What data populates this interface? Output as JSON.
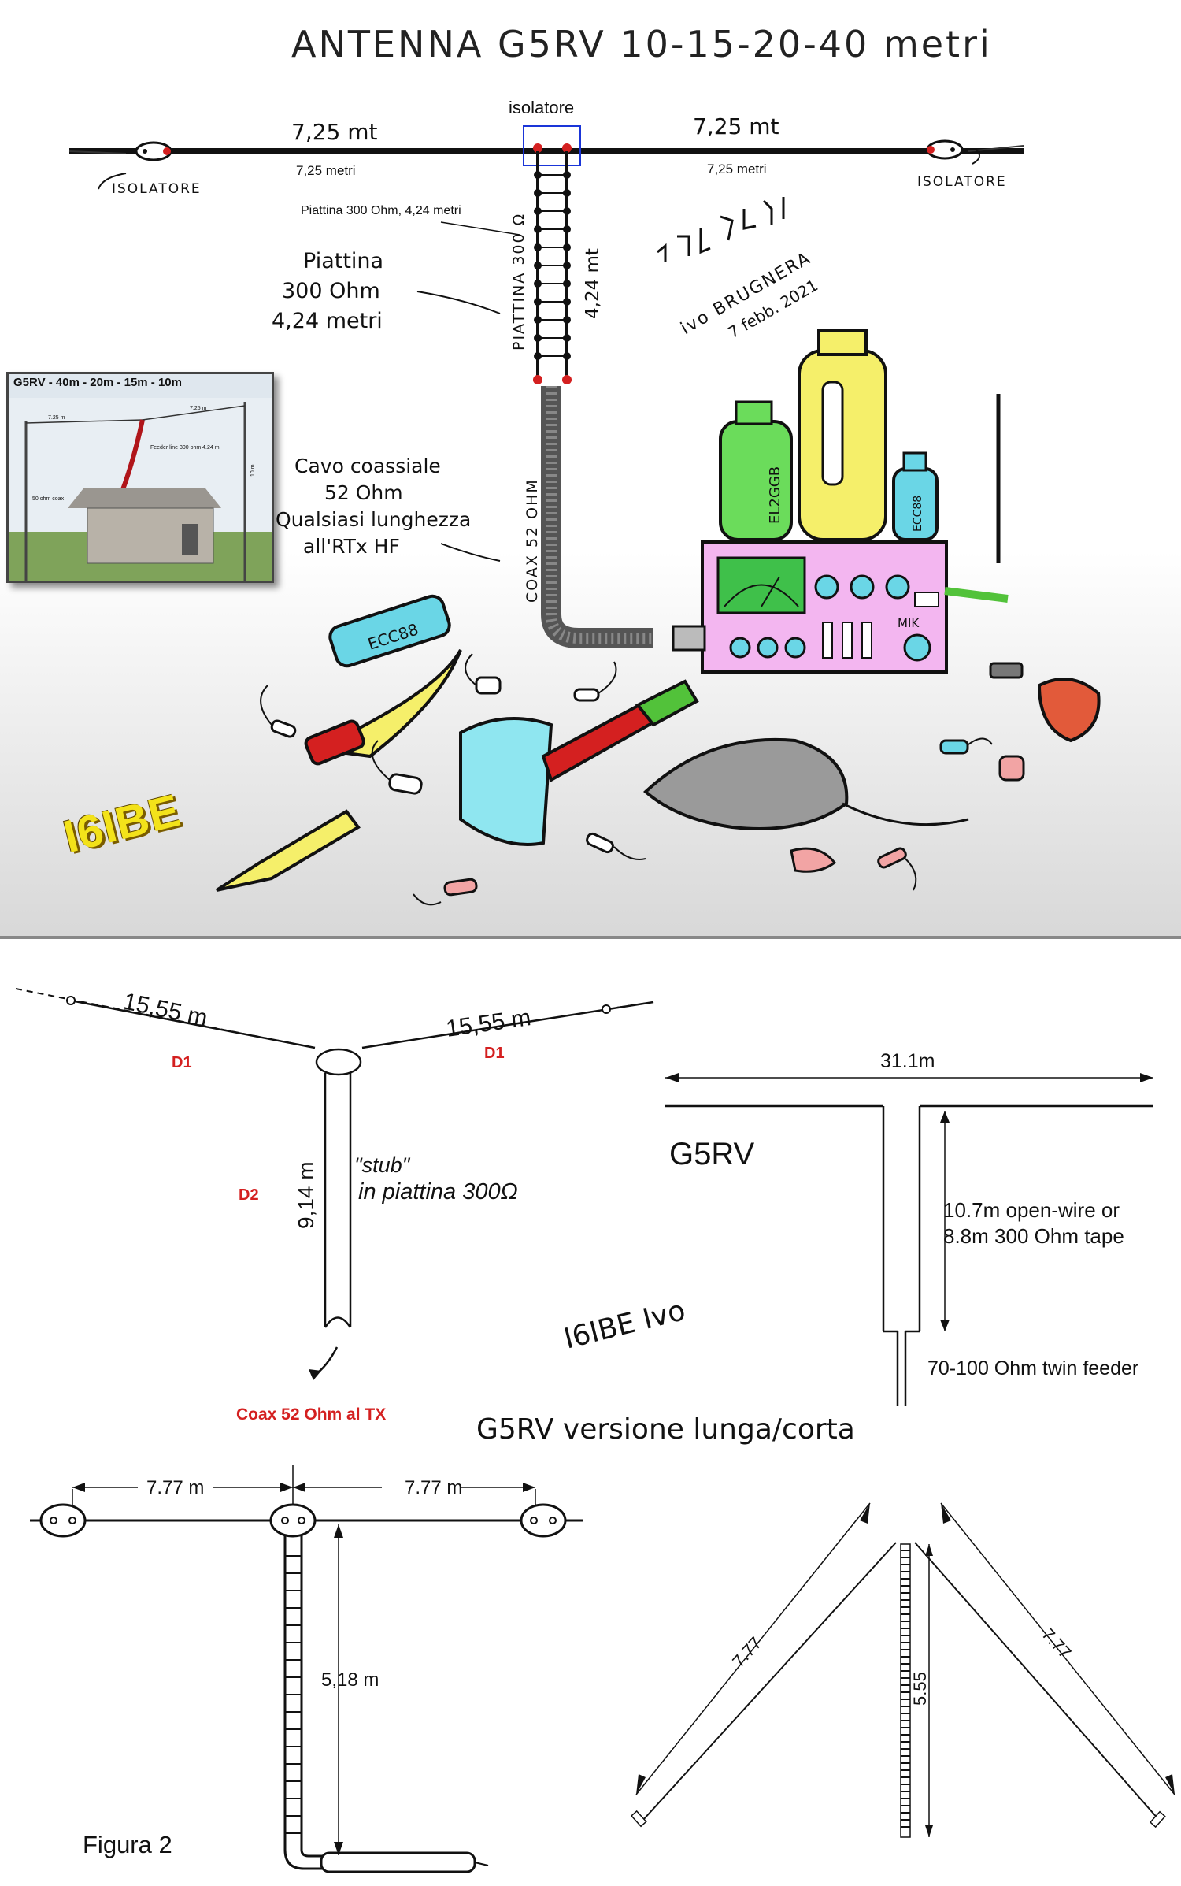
{
  "top": {
    "title": "ANTENNA G5RV 10-15-20-40 metri",
    "feed_label": "isolatore",
    "left_hand_length": "7,25 mt",
    "right_hand_length": "7,25 mt",
    "left_length_small": "7,25 metri",
    "right_length_small": "7,25 metri",
    "left_insulator": "ISOLATORE",
    "right_insulator": "ISOLATORE",
    "ladder_note": "Piattina 300 Ohm, 4,24 metri",
    "ladder_hand_1": "Piattina",
    "ladder_hand_2": "300 Ohm",
    "ladder_hand_3": "4,24 metri",
    "ladder_vertical": "PIATTINA 300 Ω",
    "ladder_vertical_len": "4,24 mt",
    "coax_hand_1": "Cavo coassiale",
    "coax_hand_2": "52 Ohm",
    "coax_hand_3": "Qualsiasi lunghezza",
    "coax_hand_4": "all'RTx HF",
    "coax_vertical": "COAX 52 OHM",
    "author_1": "ivo BRUGNERA",
    "author_2": "7 febb. 2021",
    "tube_1": "EL2GGB",
    "tube_2": "ECC88",
    "tube_3": "ECC88",
    "mic": "MIK",
    "callsign": "I6IBE",
    "inset_title": "G5RV - 40m - 20m - 15m - 10m",
    "inset_left": "7.25 m",
    "inset_right": "7.25 m",
    "inset_feeder": "Feeder line 300 ohm 4.24 m",
    "inset_coax": "50 ohm coax",
    "inset_mast": "10 m"
  },
  "mid_left": {
    "len_left": "15,55 m",
    "len_right": "15,55 m",
    "d1_left": "D1",
    "d1_right": "D1",
    "d2": "D2",
    "stub_len": "9,14 m",
    "stub_1": "\"stub\"",
    "stub_2": "in piattina 300Ω",
    "coax": "Coax 52 Ohm al TX"
  },
  "mid_right": {
    "span": "31.1m",
    "name": "G5RV",
    "feeder_1": "10.7m open-wire or",
    "feeder_2": "8.8m 300 Ohm tape",
    "twin": "70-100 Ohm twin feeder"
  },
  "mid_center": {
    "signature": "I6IBE Ivo",
    "caption": "G5RV versione lunga/corta"
  },
  "bottom_left": {
    "len_left": "7.77 m",
    "len_right": "7.77 m",
    "ladder_len": "5,18 m",
    "figure": "Figura 2"
  },
  "bottom_right": {
    "left_arm": "7.77",
    "right_arm": "7.77",
    "mast": "5.55"
  },
  "colors": {
    "red_label": "#d42020",
    "blue_box": "#1a35d8",
    "yellow_brand": "#f3e21a"
  }
}
